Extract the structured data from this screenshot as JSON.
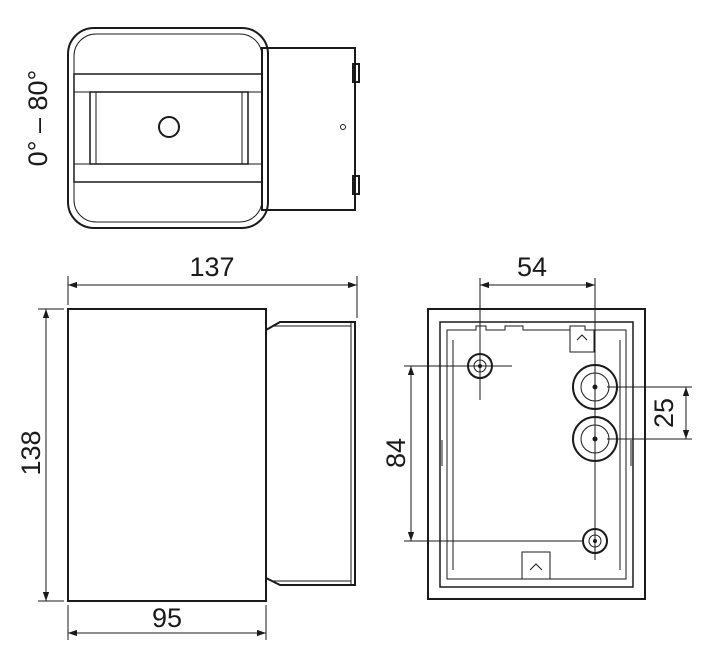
{
  "top_view": {
    "angle_label": "0° – 80°"
  },
  "front_view": {
    "width_label": "137",
    "height_label": "138",
    "depth_label": "95"
  },
  "back_view": {
    "hole_spacing_label": "54",
    "vertical_spacing_label": "84",
    "small_spacing_label": "25"
  },
  "colors": {
    "line": "#1a1a1a",
    "background": "#ffffff"
  }
}
